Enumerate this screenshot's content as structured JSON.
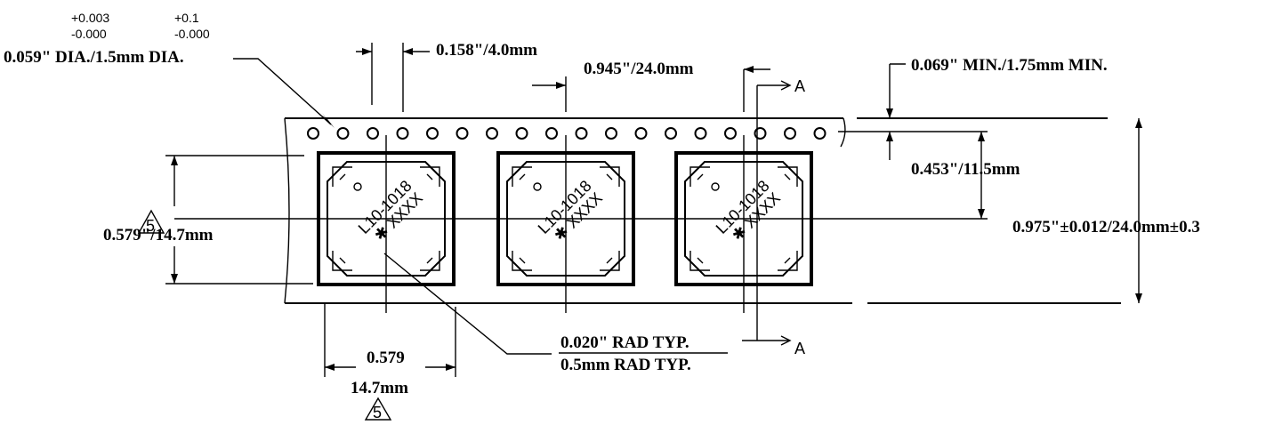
{
  "tolerances": {
    "hole_inch_plus": "+0.003",
    "hole_inch_minus": "-0.000",
    "hole_mm_plus": "+0.1",
    "hole_mm_minus": "-0.000"
  },
  "dimensions": {
    "hole_diameter": "0.059\" DIA./1.5mm DIA.",
    "hole_pitch": "0.158\"/4.0mm",
    "pocket_pitch": "0.945\"/24.0mm",
    "edge_to_hole": "0.069\" MIN./1.75mm MIN.",
    "hole_to_center": "0.453\"/11.5mm",
    "tape_width": "0.975\"±0.012/24.0mm±0.3",
    "pocket_height": "0.579\"/14.7mm",
    "pocket_width_inch": "0.579",
    "pocket_width_mm": "14.7mm",
    "corner_radius_inch": "0.020\" RAD TYP.",
    "corner_radius_mm": "0.5mm RAD TYP."
  },
  "notes": {
    "flag_number": "5",
    "section_label": "A"
  },
  "components": [
    {
      "part": "L10-1018",
      "code": "XXXX"
    },
    {
      "part": "L10-1018",
      "code": "XXXX"
    },
    {
      "part": "L10-1018",
      "code": "XXXX"
    }
  ]
}
